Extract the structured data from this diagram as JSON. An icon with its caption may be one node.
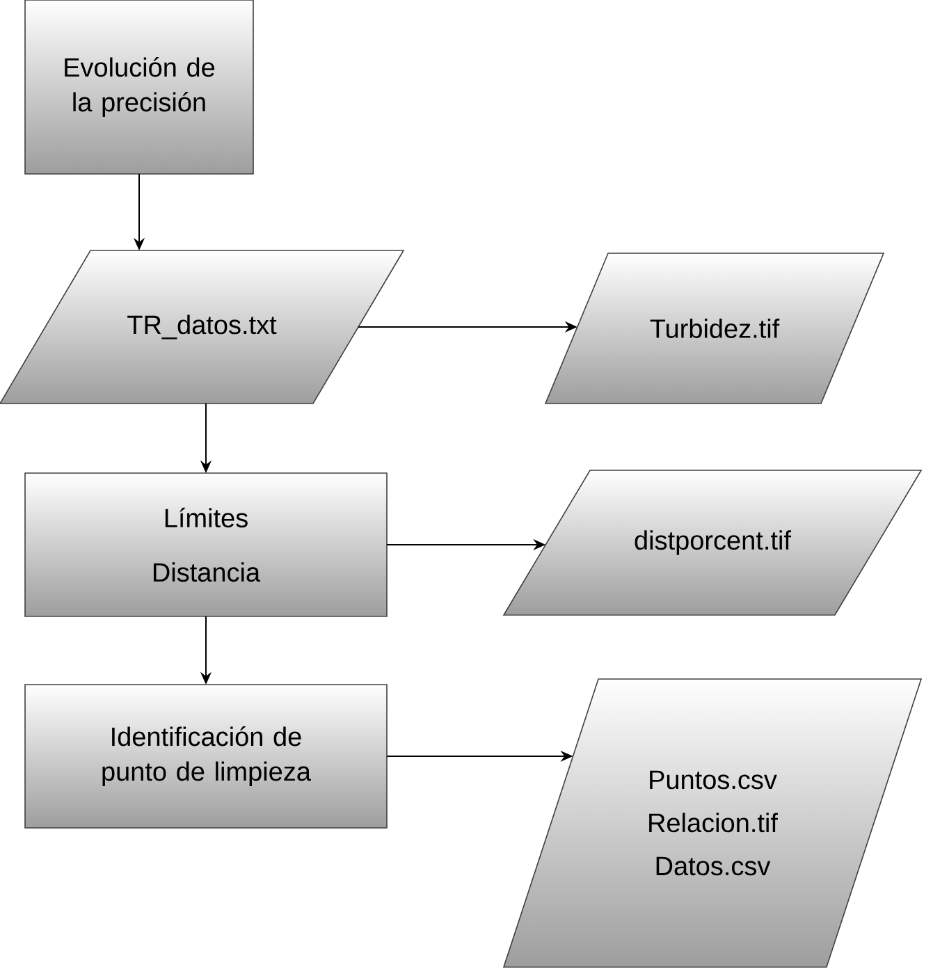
{
  "diagram": {
    "nodes": [
      {
        "text": [
          "Evolución de la precisión"
        ]
      },
      {
        "text": [
          "TR_datos.txt"
        ]
      },
      {
        "text": [
          "Turbidez.tif"
        ]
      },
      {
        "text": [
          "Límites",
          "Distancia"
        ]
      },
      {
        "text": [
          "distporcent.tif"
        ]
      },
      {
        "text": [
          "Identificación de punto de limpieza"
        ]
      },
      {
        "text": [
          "Puntos.csv",
          "Relacion.tif",
          "Datos.csv"
        ]
      }
    ],
    "edges": [
      {
        "from": 0,
        "to": 1,
        "arrow": "to"
      },
      {
        "from": 1,
        "to": 2,
        "arrow": "to"
      },
      {
        "from": 1,
        "to": 3,
        "arrow": "to"
      },
      {
        "from": 3,
        "to": 4,
        "arrow": "to"
      },
      {
        "from": 3,
        "to": 5,
        "arrow": "to"
      },
      {
        "from": 5,
        "to": 6,
        "arrow": "to"
      }
    ]
  }
}
